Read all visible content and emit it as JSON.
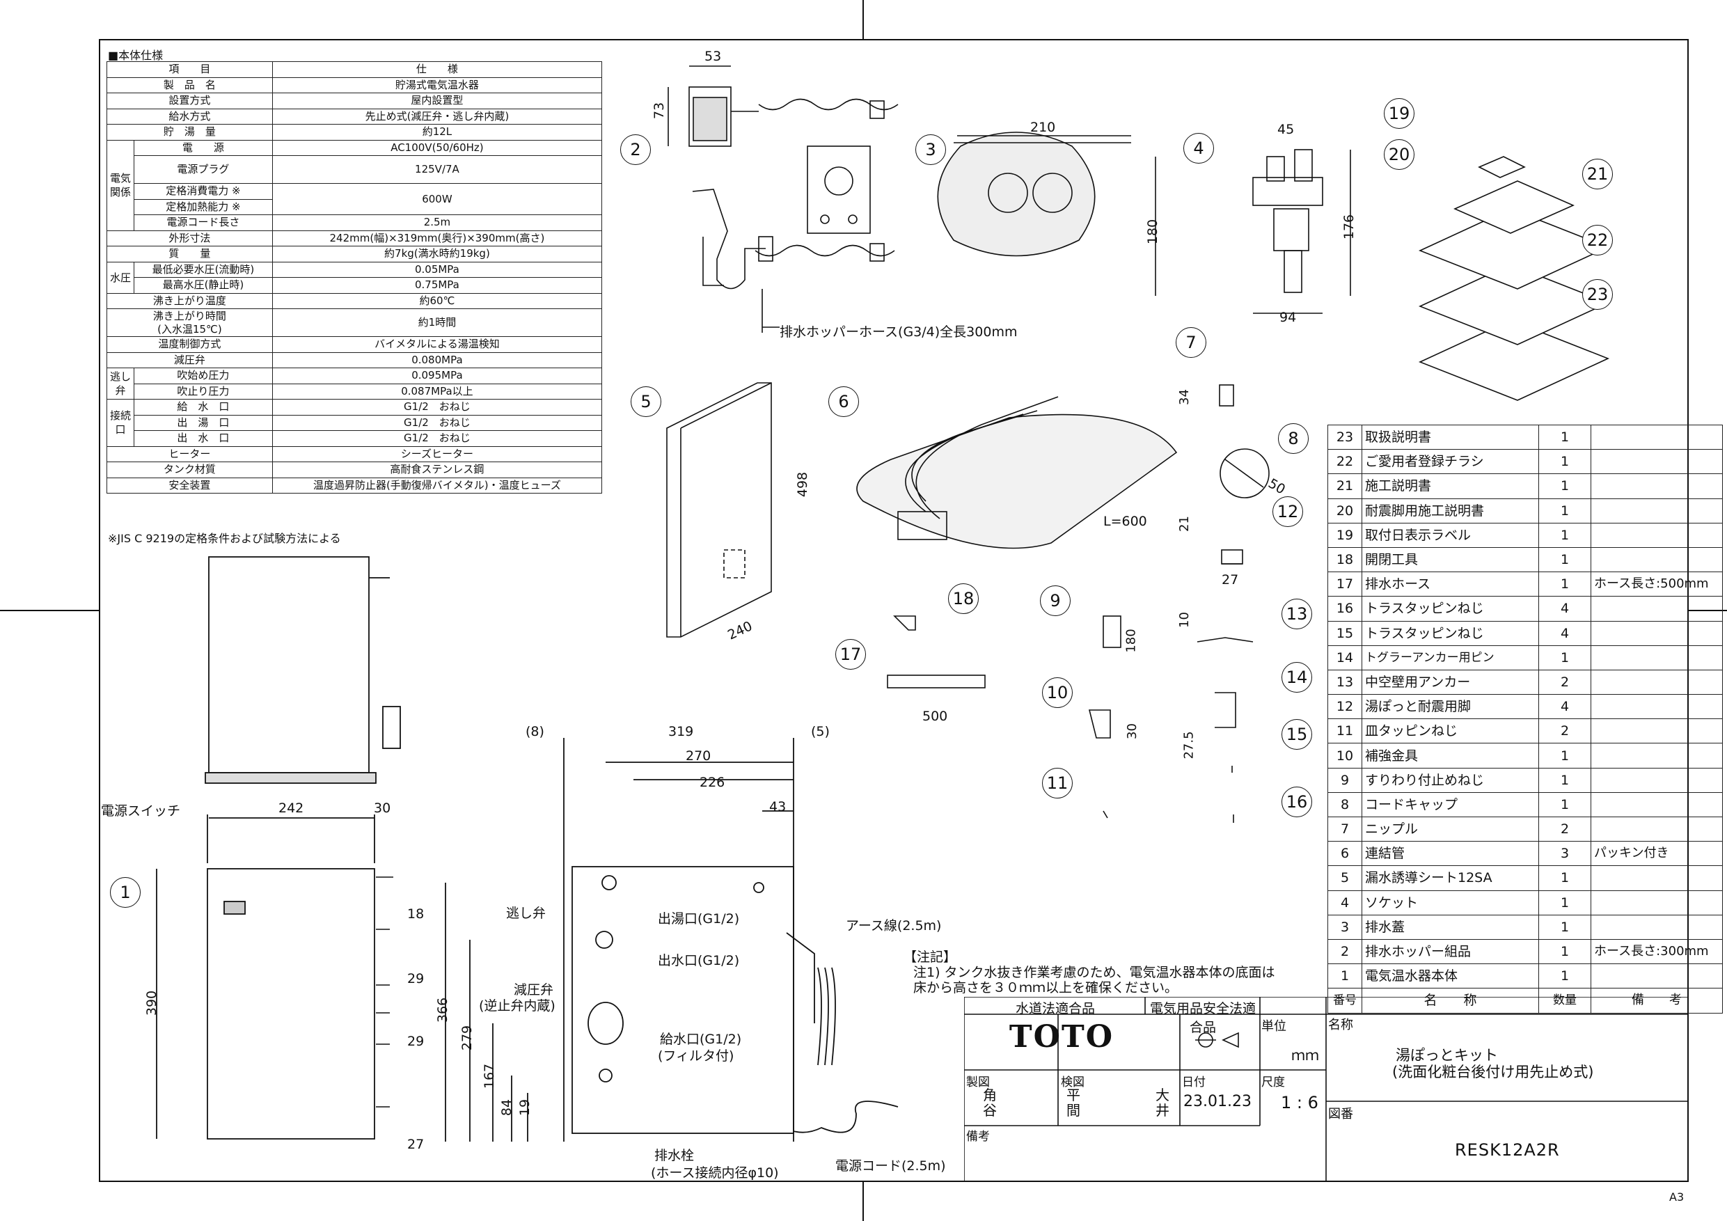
{
  "spec": {
    "heading": "■本体仕様",
    "footnote": "※JIS C 9219の定格条件および試験方法による",
    "header": [
      "項　　目",
      "仕　　様"
    ],
    "rows": [
      {
        "label": "製　品　名",
        "value": "貯湯式電気温水器"
      },
      {
        "label": "設置方式",
        "value": "屋内設置型"
      },
      {
        "label": "給水方式",
        "value": "先止め式(減圧弁・逃し弁内蔵)"
      },
      {
        "label": "貯　湯　量",
        "value": "約12L"
      }
    ],
    "electric": {
      "group": "電気関係",
      "rows": [
        {
          "label": "電　　源",
          "value": "AC100V(50/60Hz)"
        },
        {
          "label": "電源プラグ",
          "value": "125V/7A"
        },
        {
          "label": "定格消費電力 ※",
          "value": "600W"
        },
        {
          "label": "定格加熱能力 ※",
          "value": ""
        },
        {
          "label": "電源コード長さ",
          "value": "2.5m"
        }
      ]
    },
    "rows2": [
      {
        "label": "外形寸法",
        "value": "242mm(幅)×319mm(奥行)×390mm(高さ)"
      },
      {
        "label": "質　　量",
        "value": "約7kg(満水時約19kg)"
      }
    ],
    "pressure": {
      "group": "水圧",
      "rows": [
        {
          "label": "最低必要水圧(流動時)",
          "value": "0.05MPa"
        },
        {
          "label": "最高水圧(静止時)",
          "value": "0.75MPa"
        }
      ]
    },
    "rows3": [
      {
        "label": "沸き上がり温度",
        "value": "約60℃"
      },
      {
        "label": "沸き上がり時間",
        "label2": "(入水温15℃)",
        "value": "約1時間"
      },
      {
        "label": "温度制御方式",
        "value": "バイメタルによる湯温検知"
      },
      {
        "label": "減圧弁",
        "value": "0.080MPa"
      }
    ],
    "relief": {
      "group": "逃し弁",
      "rows": [
        {
          "label": "吹始め圧力",
          "value": "0.095MPa"
        },
        {
          "label": "吹止り圧力",
          "value": "0.087MPa以上"
        }
      ]
    },
    "conn": {
      "group": "接続口",
      "rows": [
        {
          "label": "給　水　口",
          "value": "G1/2　おねじ"
        },
        {
          "label": "出　湯　口",
          "value": "G1/2　おねじ"
        },
        {
          "label": "出　水　口",
          "value": "G1/2　おねじ"
        }
      ]
    },
    "rows4": [
      {
        "label": "ヒーター",
        "value": "シーズヒーター"
      },
      {
        "label": "タンク材質",
        "value": "高耐食ステンレス鋼"
      },
      {
        "label": "安全装置",
        "value": "温度過昇防止器(手動復帰バイメタル)・温度ヒューズ"
      }
    ]
  },
  "parts": {
    "header": {
      "no": "番号",
      "name": "名　　称",
      "qty": "数量",
      "remark": "備　　考"
    },
    "rows": [
      {
        "no": "23",
        "name": "取扱説明書",
        "qty": "1",
        "remark": ""
      },
      {
        "no": "22",
        "name": "ご愛用者登録チラシ",
        "qty": "1",
        "remark": ""
      },
      {
        "no": "21",
        "name": "施工説明書",
        "qty": "1",
        "remark": ""
      },
      {
        "no": "20",
        "name": "耐震脚用施工説明書",
        "qty": "1",
        "remark": ""
      },
      {
        "no": "19",
        "name": "取付日表示ラベル",
        "qty": "1",
        "remark": ""
      },
      {
        "no": "18",
        "name": "開閉工具",
        "qty": "1",
        "remark": ""
      },
      {
        "no": "17",
        "name": "排水ホース",
        "qty": "1",
        "remark": "ホース長さ:500mm"
      },
      {
        "no": "16",
        "name": "トラスタッピンねじ",
        "qty": "4",
        "remark": ""
      },
      {
        "no": "15",
        "name": "トラスタッピンねじ",
        "qty": "4",
        "remark": ""
      },
      {
        "no": "14",
        "name": "トグラーアンカー用ピン",
        "qty": "1",
        "remark": ""
      },
      {
        "no": "13",
        "name": "中空壁用アンカー",
        "qty": "2",
        "remark": ""
      },
      {
        "no": "12",
        "name": "湯ぽっと耐震用脚",
        "qty": "4",
        "remark": ""
      },
      {
        "no": "11",
        "name": "皿タッピンねじ",
        "qty": "2",
        "remark": ""
      },
      {
        "no": "10",
        "name": "補強金具",
        "qty": "1",
        "remark": ""
      },
      {
        "no": "9",
        "name": "すりわり付止めねじ",
        "qty": "1",
        "remark": ""
      },
      {
        "no": "8",
        "name": "コードキャップ",
        "qty": "1",
        "remark": ""
      },
      {
        "no": "7",
        "name": "ニップル",
        "qty": "2",
        "remark": ""
      },
      {
        "no": "6",
        "name": "連結管",
        "qty": "3",
        "remark": "パッキン付き"
      },
      {
        "no": "5",
        "name": "漏水誘導シート12SA",
        "qty": "1",
        "remark": ""
      },
      {
        "no": "4",
        "name": "ソケット",
        "qty": "1",
        "remark": ""
      },
      {
        "no": "3",
        "name": "排水蓋",
        "qty": "1",
        "remark": ""
      },
      {
        "no": "2",
        "name": "排水ホッパー組品",
        "qty": "1",
        "remark": "ホース長さ:300mm"
      },
      {
        "no": "1",
        "name": "電気温水器本体",
        "qty": "1",
        "remark": ""
      }
    ]
  },
  "notes": {
    "heading": "【注記】",
    "line1": "注1) タンク水抜き作業考慮のため、電気温水器本体の底面は",
    "line2": "床から高さを３０ｍｍ以上を確保ください。"
  },
  "title_block": {
    "cert1": "水道法適合品",
    "cert2": "電気用品安全法適合品",
    "logo": "TOTO",
    "unit_label": "単位",
    "unit": "ｍｍ",
    "name_label": "名称",
    "name1": "湯ぽっとキット",
    "name2": "(洗面化粧台後付け用先止め式)",
    "drawn_label": "製図",
    "drawn": "角谷",
    "checked_label": "検図",
    "checked1": "平間",
    "checked2": "大井",
    "date_label": "日付",
    "date": "23.01.23",
    "scale_label": "尺度",
    "scale": "1 : 6",
    "dwg_label": "図番",
    "dwg_no": "RESK12A2R",
    "remarks_label": "備考",
    "sheet": "A3"
  },
  "drawing": {
    "hopper_hose": "排水ホッパーホース(G3/4)全長300mm",
    "power_switch": "電源スイッチ",
    "relief_valve": "逃し弁",
    "reducing_valve": "減圧弁",
    "check_valve": "(逆止弁内蔵)",
    "hot_outlet": "出湯口(G1/2)",
    "water_outlet": "出水口(G1/2)",
    "water_inlet": "給水口(G1/2)",
    "filter": "(フィルタ付)",
    "drain_plug": "排水栓",
    "hose_inner": "(ホース接続内径φ10)",
    "earth": "アース線(2.5m)",
    "cord": "電源コード(2.5m)",
    "l600": "L=600",
    "dims": {
      "d53": "53",
      "d73": "73",
      "d210": "210",
      "d180": "180",
      "d45": "45",
      "d176": "176",
      "d94": "94",
      "d34": "34",
      "d498": "498",
      "d240": "240",
      "d50": "50",
      "d21": "21",
      "d27": "27",
      "d10": "10",
      "d180b": "180",
      "d30": "30",
      "d275": "27.5",
      "d500": "500",
      "d8": "(8)",
      "d319": "319",
      "d5": "(5)",
      "d270": "270",
      "d226": "226",
      "d43": "43",
      "d242": "242",
      "d30b": "30",
      "d18": "18",
      "d390": "390",
      "d29": "29",
      "d29b": "29",
      "d27b": "27",
      "d366": "366",
      "d279": "279",
      "d167": "167",
      "d84": "84",
      "d19": "19"
    },
    "balloons": [
      "1",
      "2",
      "3",
      "4",
      "5",
      "6",
      "7",
      "8",
      "9",
      "10",
      "11",
      "12",
      "13",
      "14",
      "15",
      "16",
      "17",
      "18",
      "19",
      "20",
      "21",
      "22",
      "23"
    ]
  }
}
